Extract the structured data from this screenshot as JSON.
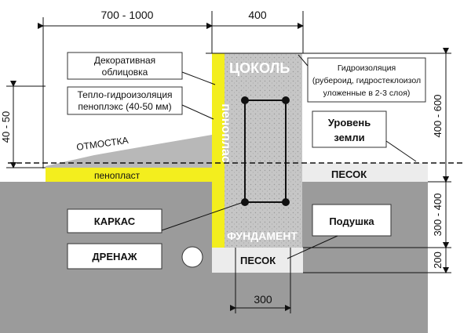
{
  "dimensions": {
    "top_left": "700 - 1000",
    "top_right": "400",
    "left_vertical": "40 - 50",
    "right_upper": "400 - 600",
    "right_middle": "300 - 400",
    "right_lower": "200",
    "bottom": "300"
  },
  "labels": {
    "plinth": "ЦОКОЛЬ",
    "foundation": "ФУНДАМЕНТ",
    "foam_vertical": "пеноплас",
    "foam_horizontal": "пенопласт",
    "blind_area": "ОТМОСТКА",
    "sand_right": "ПЕСОК",
    "sand_bottom": "ПЕСОК",
    "decor_line1": "Декоративная",
    "decor_line2": "облицовка",
    "insul_line1": "Тепло-гидроизоляция",
    "insul_line2": "пеноплэкс (40-50 мм)",
    "waterproof_line1": "Гидроизоляция",
    "waterproof_line2": "(рубероид, гидростеклоизол",
    "waterproof_line3": "уложенные в 2-3 слоя)",
    "ground_line1": "Уровень",
    "ground_line2": "земли",
    "frame": "КАРКАС",
    "drainage": "ДРЕНАЖ",
    "cushion": "Подушка"
  },
  "colors": {
    "soil": "#9b9b9b",
    "concrete": "#c4c4c4",
    "foam": "#f3ee1e",
    "sand": "#ececec",
    "gravel": "#b9b9b9"
  }
}
